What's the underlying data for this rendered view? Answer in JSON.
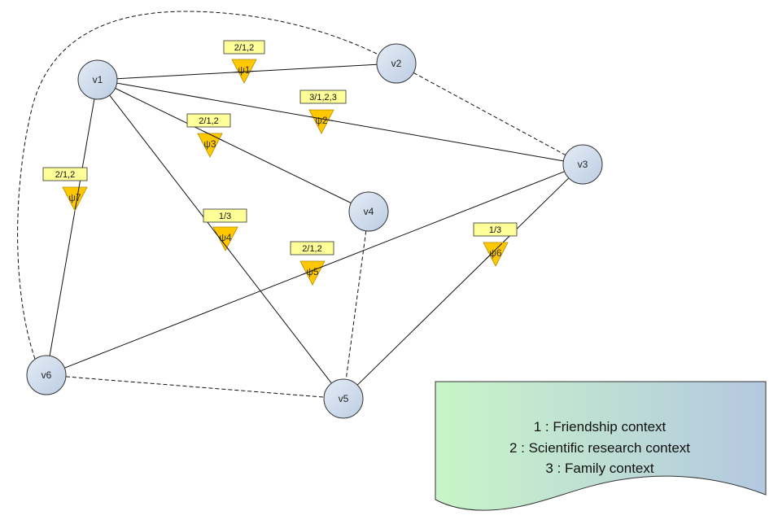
{
  "diagram": {
    "colors": {
      "node_fill_start": "#e4ecf6",
      "node_fill_end": "#bccde3",
      "node_stroke": "#333333",
      "triangle_fill": "#ffc800",
      "triangle_stroke": "#b08a00",
      "label_box_fill": "#ffff99",
      "edge": "#111111",
      "legend_grad_start": "#c8f5c8",
      "legend_grad_end": "#b4c8e0"
    },
    "nodes": [
      {
        "id": "v1",
        "label": "v1"
      },
      {
        "id": "v2",
        "label": "v2"
      },
      {
        "id": "v3",
        "label": "v3"
      },
      {
        "id": "v4",
        "label": "v4"
      },
      {
        "id": "v5",
        "label": "v5"
      },
      {
        "id": "v6",
        "label": "v6"
      }
    ],
    "edges": [
      {
        "id": "psi1",
        "from": "v1",
        "to": "v2",
        "style": "solid",
        "marker": "ψ1",
        "label": "2/1,2"
      },
      {
        "id": "psi2",
        "from": "v1",
        "to": "v3",
        "style": "solid",
        "marker": "ψ2",
        "label": "3/1,2,3"
      },
      {
        "id": "psi3",
        "from": "v1",
        "to": "v4",
        "style": "solid",
        "marker": "ψ3",
        "label": "2/1,2"
      },
      {
        "id": "psi4",
        "from": "v1",
        "to": "v5",
        "style": "solid",
        "marker": "ψ4",
        "label": "1/3"
      },
      {
        "id": "psi5",
        "from": "v6",
        "to": "v3",
        "style": "solid",
        "marker": "ψ5",
        "label": "2/1,2"
      },
      {
        "id": "psi6",
        "from": "v3",
        "to": "v5",
        "style": "solid",
        "marker": "ψ6",
        "label": "1/3"
      },
      {
        "id": "psi7",
        "from": "v1",
        "to": "v6",
        "style": "solid",
        "marker": "ψ7",
        "label": "2/1,2"
      },
      {
        "id": "d1",
        "from": "v2",
        "to": "v3",
        "style": "dashed"
      },
      {
        "id": "d2",
        "from": "v4",
        "to": "v5",
        "style": "dashed"
      },
      {
        "id": "d3",
        "from": "v6",
        "to": "v5",
        "style": "dashed"
      },
      {
        "id": "d4",
        "from": "v6",
        "to": "v2",
        "style": "dashed-curve"
      }
    ],
    "legend": {
      "lines": [
        "1 : Friendship context",
        "2 : Scientific research context",
        "3 : Family context"
      ]
    }
  }
}
